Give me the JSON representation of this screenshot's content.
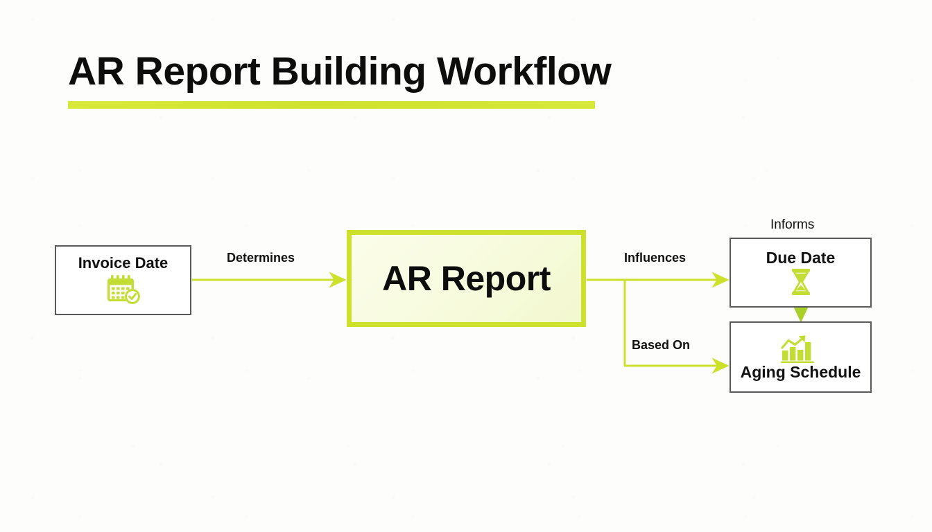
{
  "page": {
    "title": "AR Report Building Workflow",
    "background_color": "#fdfdfb",
    "accent_color": "#cde02c",
    "text_color": "#111111",
    "box_border_color": "#595959"
  },
  "diagram": {
    "type": "flowchart",
    "nodes": [
      {
        "id": "invoice-date",
        "label": "Invoice Date",
        "icon": "calendar-check-icon",
        "icon_position": "below-label",
        "style": "plain"
      },
      {
        "id": "ar-report",
        "label": "AR Report",
        "icon": null,
        "style": "highlighted"
      },
      {
        "id": "due-date",
        "label": "Due Date",
        "icon": "hourglass-icon",
        "icon_position": "below-label",
        "style": "plain"
      },
      {
        "id": "aging-schedule",
        "label": "Aging Schedule",
        "icon": "growth-bar-chart-icon",
        "icon_position": "above-label",
        "style": "plain"
      }
    ],
    "edges": [
      {
        "id": "determines",
        "label": "Determines",
        "from": "invoice-date",
        "to": "ar-report"
      },
      {
        "id": "influences",
        "label": "Influences",
        "from": "ar-report",
        "to": "due-date"
      },
      {
        "id": "based-on",
        "label": "Based On",
        "from": "ar-report",
        "to": "aging-schedule"
      },
      {
        "id": "informs",
        "label": "Informs",
        "from": "due-date",
        "to": "aging-schedule"
      }
    ]
  }
}
